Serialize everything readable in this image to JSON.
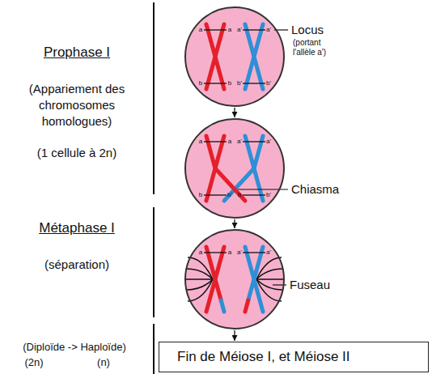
{
  "diagram": {
    "nodes": [
      {
        "text": [
          "a",
          "a",
          "a'",
          "a'",
          "b",
          "b",
          "b'",
          "b'"
        ]
      },
      {
        "text": [
          "a",
          "a",
          "a'",
          "a'",
          "b",
          "b'",
          "b",
          "b'"
        ]
      },
      {
        "text": [
          "a",
          "a",
          "a'",
          "a'"
        ]
      },
      {
        "text": [
          "Fin de Méiose I, et Méiose II"
        ]
      }
    ],
    "edges": [
      {
        "from": 0,
        "to": 1,
        "arrow": "to"
      },
      {
        "from": 1,
        "to": 2,
        "arrow": "to"
      },
      {
        "from": 2,
        "to": 3,
        "arrow": "to"
      }
    ],
    "labels": [
      "Prophase I",
      "(Appariement des chromosomes homologues)",
      "(1 cellule à 2n)",
      "Locus",
      "(portant l'allèle a')",
      "Chiasma",
      "Métaphase I",
      "(séparation)",
      "Fuseau",
      "(Diploïde -> Haploïde)",
      "(2n)",
      "(n)"
    ]
  }
}
